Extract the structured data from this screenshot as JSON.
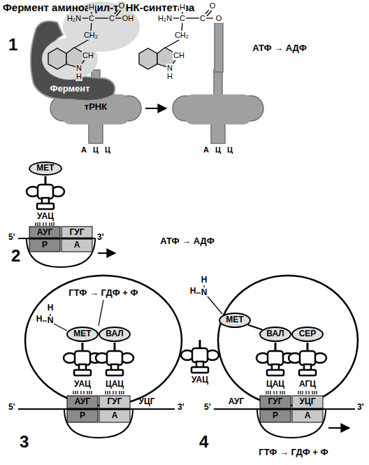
{
  "diagram": {
    "nodes": [
      {
        "text": [
          "Фермент"
        ]
      },
      {
        "text": [
          "тРНК"
        ]
      },
      {
        "text": [
          "МЕТ"
        ]
      },
      {
        "text": [
          "МЕТ"
        ]
      },
      {
        "text": [
          "ВАЛ"
        ]
      },
      {
        "text": [
          "МЕТ"
        ]
      },
      {
        "text": [
          "ВАЛ"
        ]
      },
      {
        "text": [
          "СЕР"
        ]
      }
    ],
    "edges": [
      {
        "from": 5,
        "to": 6,
        "arrow": "none"
      }
    ],
    "labels": [
      "Фермент аминоацил-тРНК-синтетаза",
      "1",
      "H",
      "O",
      "H₂N",
      "C",
      "C",
      "OH",
      "CH₂",
      "CH",
      "N",
      "H",
      "H",
      "O",
      "H₂N",
      "C",
      "C",
      "O",
      "CH₂",
      "CH",
      "N",
      "H",
      "А",
      "Ц",
      "Ц",
      "А",
      "Ц",
      "Ц",
      "АТФ → АДФ",
      "УАЦ",
      "5'",
      "АУГ",
      "ГУГ",
      "3'",
      "Р",
      "А",
      "2",
      "АТФ → АДФ",
      "ГТФ → ГДФ + Ф",
      "H",
      "H",
      "N",
      "УАЦ",
      "ЦАЦ",
      "5'",
      "АУГ",
      "ГУГ",
      "УЦГ",
      "3'",
      "Р",
      "А",
      "3",
      "H",
      "H",
      "N",
      "УАЦ",
      "ЦАЦ",
      "АГЦ",
      "5'",
      "АУГ",
      "ГУГ",
      "УЦГ",
      "3'",
      "Р",
      "А",
      "4",
      "ГТФ → ГДФ + Ф"
    ]
  }
}
